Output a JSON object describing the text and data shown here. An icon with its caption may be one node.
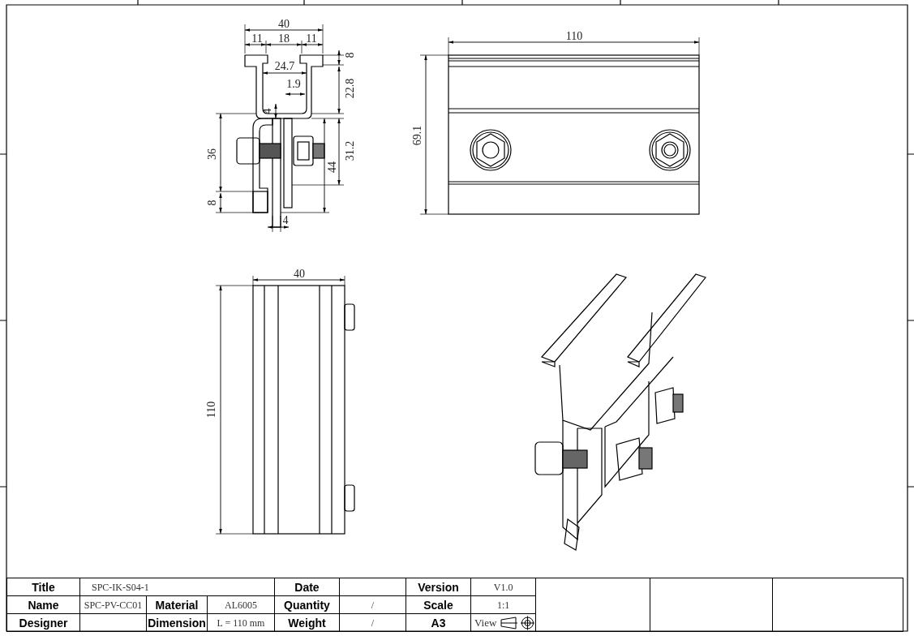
{
  "diagram": {
    "labels": [
      "40",
      "11",
      "18",
      "11",
      "24.7",
      "8",
      "1.9",
      "22.8",
      "4",
      "36",
      "31.2",
      "44",
      "8",
      "4",
      "110",
      "69.1",
      "40",
      "110",
      "Title",
      "SPC-IK-S04-1",
      "Date",
      "Version",
      "V1.0",
      "Name",
      "SPC-PV-CC01",
      "Material",
      "AL6005",
      "Quantity",
      "/",
      "Scale",
      "1:1",
      "Designer",
      "Dimension",
      "L = 110 mm",
      "Weight",
      "/",
      "A3",
      "View"
    ]
  }
}
